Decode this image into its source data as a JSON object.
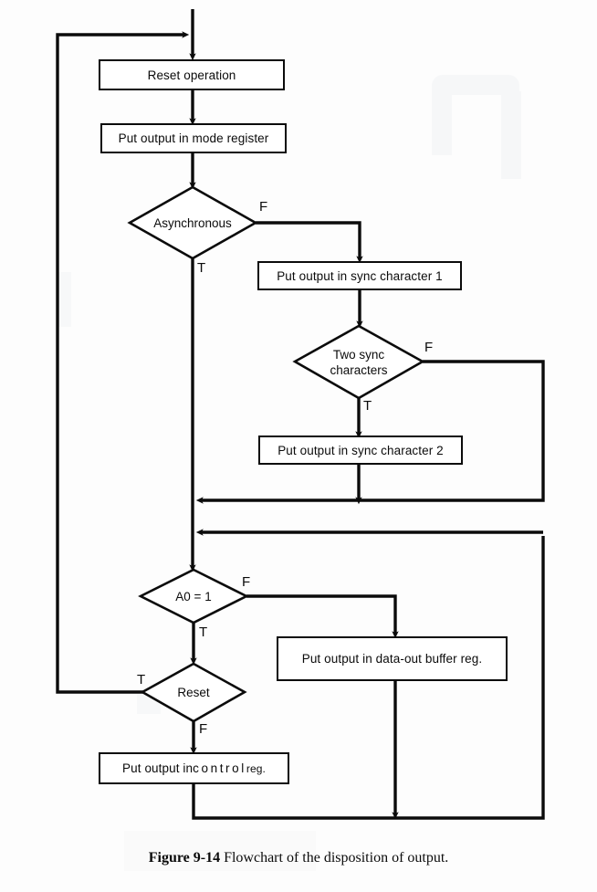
{
  "figure": {
    "caption_label": "Figure 9-14",
    "caption_text": "Flowchart of the  disposition of output."
  },
  "chart_data": {
    "type": "diagram",
    "title": "Flowchart of the disposition of output",
    "nodes": [
      {
        "id": "reset_operation",
        "shape": "process",
        "label": "Reset operation"
      },
      {
        "id": "mode_register",
        "shape": "process",
        "label": "Put output in mode register"
      },
      {
        "id": "asynchronous",
        "shape": "decision",
        "label": "Asynchronous"
      },
      {
        "id": "sync_char_1",
        "shape": "process",
        "label": "Put output in sync character 1"
      },
      {
        "id": "two_sync_chars",
        "shape": "decision",
        "label_line1": "Two sync",
        "label_line2": "characters"
      },
      {
        "id": "sync_char_2",
        "shape": "process",
        "label": "Put output in sync character 2"
      },
      {
        "id": "a0_equals_1",
        "shape": "decision",
        "label": "A0 = 1"
      },
      {
        "id": "data_out_buffer",
        "shape": "process",
        "label": "Put output in data-out buffer reg."
      },
      {
        "id": "reset_decision",
        "shape": "decision",
        "label": "Reset"
      },
      {
        "id": "control_register",
        "shape": "process",
        "label_pre": "Put output in ",
        "label_spaced": "control",
        "label_post": " reg."
      }
    ],
    "edges": [
      {
        "from": "entry",
        "to": "reset_operation",
        "label": ""
      },
      {
        "from": "reset_operation",
        "to": "mode_register",
        "label": ""
      },
      {
        "from": "mode_register",
        "to": "asynchronous",
        "label": ""
      },
      {
        "from": "asynchronous",
        "to": "sync_char_1",
        "label": "F"
      },
      {
        "from": "asynchronous",
        "to": "merge_1",
        "label": "T"
      },
      {
        "from": "sync_char_1",
        "to": "two_sync_chars",
        "label": ""
      },
      {
        "from": "two_sync_chars",
        "to": "sync_char_2",
        "label": "T"
      },
      {
        "from": "two_sync_chars",
        "to": "merge_1",
        "label": "F"
      },
      {
        "from": "sync_char_2",
        "to": "merge_1",
        "label": ""
      },
      {
        "from": "merge_1",
        "to": "a0_equals_1",
        "label": ""
      },
      {
        "from": "a0_equals_1",
        "to": "data_out_buffer",
        "label": "F"
      },
      {
        "from": "a0_equals_1",
        "to": "reset_decision",
        "label": "T"
      },
      {
        "from": "reset_decision",
        "to": "reset_operation",
        "label": "T"
      },
      {
        "from": "reset_decision",
        "to": "control_register",
        "label": "F"
      },
      {
        "from": "control_register",
        "to": "exit_loop",
        "label": ""
      },
      {
        "from": "data_out_buffer",
        "to": "exit_loop",
        "label": ""
      }
    ],
    "branch_labels": {
      "asynchronous_false": "F",
      "asynchronous_true": "T",
      "two_sync_false": "F",
      "two_sync_true": "T",
      "a0_false": "F",
      "a0_true": "T",
      "reset_true": "T",
      "reset_false": "F"
    },
    "colors": {
      "ink": "#0b0b0b",
      "paper": "#fdfdfd"
    }
  }
}
